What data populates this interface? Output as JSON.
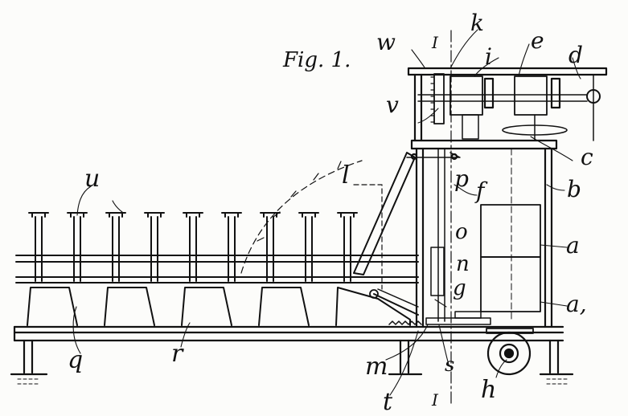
{
  "figure": {
    "title": "Fig. 1."
  },
  "labels": {
    "a": "a",
    "a1": "a,",
    "b": "b",
    "c": "c",
    "d": "d",
    "e": "e",
    "f": "f",
    "g": "g",
    "h": "h",
    "i": "i",
    "k": "k",
    "l": "l",
    "m": "m",
    "n": "n",
    "o": "o",
    "p": "p",
    "q": "q",
    "r": "r",
    "s": "s",
    "t": "t",
    "u": "u",
    "v": "v",
    "w": "w",
    "section_top": "I",
    "section_bottom": "I"
  },
  "colors": {
    "ink": "#111111",
    "paper": "#fcfcfa"
  }
}
